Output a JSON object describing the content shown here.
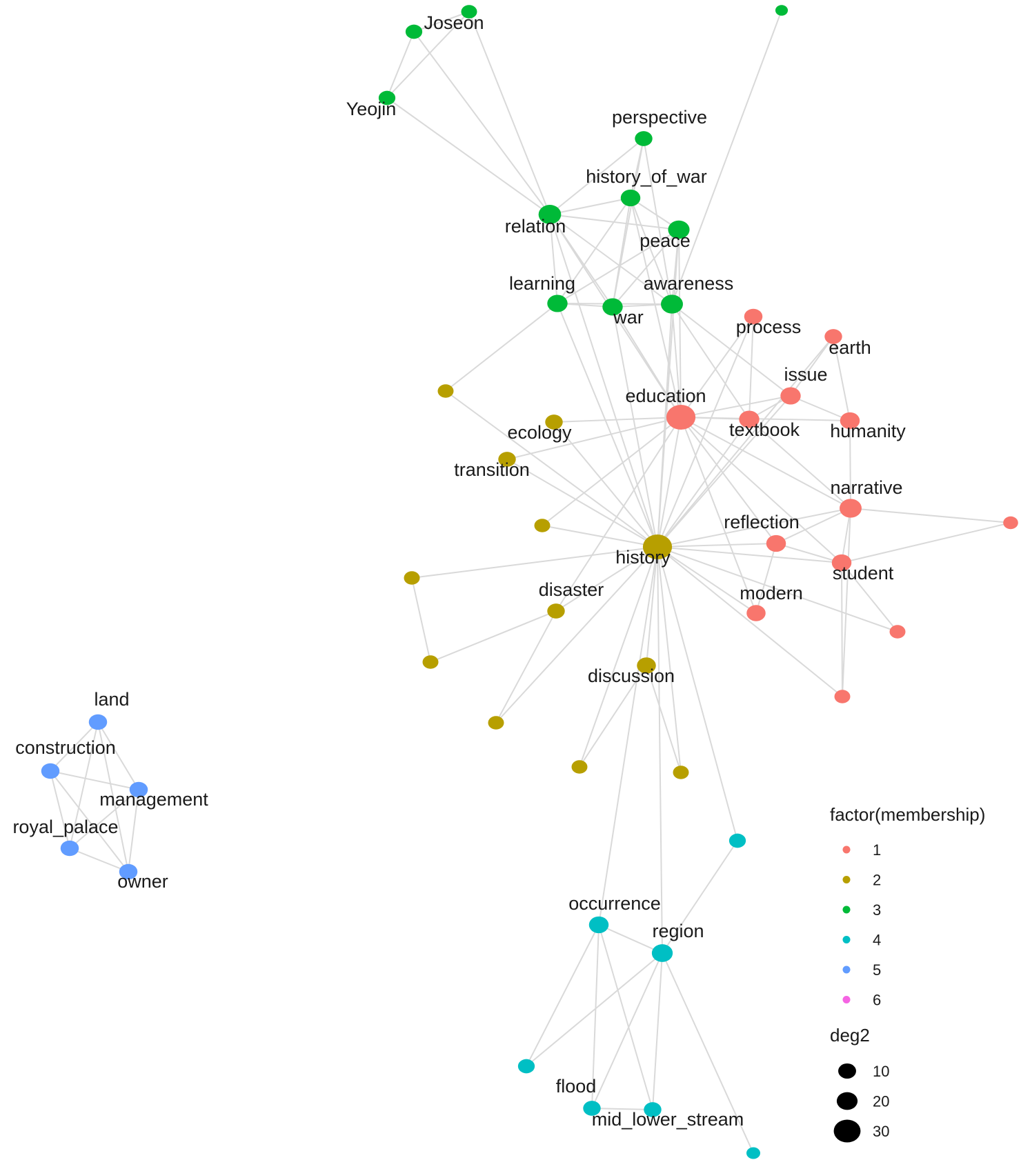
{
  "palette": {
    "1": "#F8766D",
    "2": "#B79F00",
    "3": "#00BA38",
    "4": "#00BFC4",
    "5": "#619CFF",
    "6": "#F564E3"
  },
  "edge_color": "#d9d9d9",
  "nodes": [
    {
      "id": "joseon",
      "label": "Joseon",
      "group": 3,
      "deg2": 6
    },
    {
      "id": "g_top_a",
      "label": "",
      "group": 3,
      "deg2": 5
    },
    {
      "id": "g_top_far",
      "label": "",
      "group": 3,
      "deg2": 2
    },
    {
      "id": "yeojin",
      "label": "Yeojin",
      "group": 3,
      "deg2": 6
    },
    {
      "id": "perspective",
      "label": "perspective",
      "group": 3,
      "deg2": 7
    },
    {
      "id": "history_of_war",
      "label": "history_of_war",
      "group": 3,
      "deg2": 10
    },
    {
      "id": "relation",
      "label": "relation",
      "group": 3,
      "deg2": 15
    },
    {
      "id": "peace",
      "label": "peace",
      "group": 3,
      "deg2": 13
    },
    {
      "id": "learning",
      "label": "learning",
      "group": 3,
      "deg2": 11
    },
    {
      "id": "war",
      "label": "war",
      "group": 3,
      "deg2": 11
    },
    {
      "id": "awareness",
      "label": "awareness",
      "group": 3,
      "deg2": 14
    },
    {
      "id": "process",
      "label": "process",
      "group": 1,
      "deg2": 8
    },
    {
      "id": "earth",
      "label": "earth",
      "group": 1,
      "deg2": 7
    },
    {
      "id": "issue",
      "label": "issue",
      "group": 1,
      "deg2": 11
    },
    {
      "id": "education",
      "label": "education",
      "group": 1,
      "deg2": 30
    },
    {
      "id": "textbook",
      "label": "textbook",
      "group": 1,
      "deg2": 11
    },
    {
      "id": "humanity",
      "label": "humanity",
      "group": 1,
      "deg2": 10
    },
    {
      "id": "narrative",
      "label": "narrative",
      "group": 1,
      "deg2": 14
    },
    {
      "id": "r_right",
      "label": "",
      "group": 1,
      "deg2": 4
    },
    {
      "id": "reflection",
      "label": "reflection",
      "group": 1,
      "deg2": 10
    },
    {
      "id": "student",
      "label": "student",
      "group": 1,
      "deg2": 10
    },
    {
      "id": "modern",
      "label": "modern",
      "group": 1,
      "deg2": 9
    },
    {
      "id": "r_low1",
      "label": "",
      "group": 1,
      "deg2": 5
    },
    {
      "id": "r_low2",
      "label": "",
      "group": 1,
      "deg2": 5
    },
    {
      "id": "y_a",
      "label": "",
      "group": 2,
      "deg2": 5
    },
    {
      "id": "ecology",
      "label": "ecology",
      "group": 2,
      "deg2": 7
    },
    {
      "id": "transition",
      "label": "transition",
      "group": 2,
      "deg2": 7
    },
    {
      "id": "y_b",
      "label": "",
      "group": 2,
      "deg2": 5
    },
    {
      "id": "history",
      "label": "history",
      "group": 2,
      "deg2": 30
    },
    {
      "id": "y_c",
      "label": "",
      "group": 2,
      "deg2": 5
    },
    {
      "id": "disaster",
      "label": "disaster",
      "group": 2,
      "deg2": 7
    },
    {
      "id": "y_d",
      "label": "",
      "group": 2,
      "deg2": 5
    },
    {
      "id": "discussion",
      "label": "discussion",
      "group": 2,
      "deg2": 9
    },
    {
      "id": "y_e",
      "label": "",
      "group": 2,
      "deg2": 5
    },
    {
      "id": "y_f",
      "label": "",
      "group": 2,
      "deg2": 5
    },
    {
      "id": "y_g",
      "label": "",
      "group": 2,
      "deg2": 5
    },
    {
      "id": "land",
      "label": "land",
      "group": 5,
      "deg2": 8
    },
    {
      "id": "construction",
      "label": "construction",
      "group": 5,
      "deg2": 8
    },
    {
      "id": "management",
      "label": "management",
      "group": 5,
      "deg2": 8
    },
    {
      "id": "royal_palace",
      "label": "royal_palace",
      "group": 5,
      "deg2": 8
    },
    {
      "id": "owner",
      "label": "owner",
      "group": 5,
      "deg2": 8
    },
    {
      "id": "c_a",
      "label": "",
      "group": 4,
      "deg2": 6
    },
    {
      "id": "occurrence",
      "label": "occurrence",
      "group": 4,
      "deg2": 10
    },
    {
      "id": "region",
      "label": "region",
      "group": 4,
      "deg2": 12
    },
    {
      "id": "c_b",
      "label": "",
      "group": 4,
      "deg2": 6
    },
    {
      "id": "flood",
      "label": "flood",
      "group": 4,
      "deg2": 7
    },
    {
      "id": "mid_lower_stream",
      "label": "mid_lower_stream",
      "group": 4,
      "deg2": 7
    },
    {
      "id": "c_c",
      "label": "",
      "group": 4,
      "deg2": 3
    }
  ],
  "edges": [
    [
      "joseon",
      "g_top_a"
    ],
    [
      "joseon",
      "yeojin"
    ],
    [
      "yeojin",
      "g_top_a"
    ],
    [
      "joseon",
      "relation"
    ],
    [
      "g_top_a",
      "relation"
    ],
    [
      "yeojin",
      "relation"
    ],
    [
      "g_top_far",
      "awareness"
    ],
    [
      "perspective",
      "relation"
    ],
    [
      "perspective",
      "history_of_war"
    ],
    [
      "perspective",
      "war"
    ],
    [
      "perspective",
      "awareness"
    ],
    [
      "history_of_war",
      "relation"
    ],
    [
      "history_of_war",
      "peace"
    ],
    [
      "history_of_war",
      "learning"
    ],
    [
      "history_of_war",
      "war"
    ],
    [
      "history_of_war",
      "awareness"
    ],
    [
      "history_of_war",
      "education"
    ],
    [
      "relation",
      "peace"
    ],
    [
      "relation",
      "learning"
    ],
    [
      "relation",
      "war"
    ],
    [
      "relation",
      "awareness"
    ],
    [
      "relation",
      "history"
    ],
    [
      "relation",
      "education"
    ],
    [
      "peace",
      "war"
    ],
    [
      "peace",
      "awareness"
    ],
    [
      "peace",
      "learning"
    ],
    [
      "peace",
      "education"
    ],
    [
      "peace",
      "history"
    ],
    [
      "learning",
      "war"
    ],
    [
      "learning",
      "awareness"
    ],
    [
      "learning",
      "history"
    ],
    [
      "learning",
      "y_a"
    ],
    [
      "war",
      "awareness"
    ],
    [
      "war",
      "history"
    ],
    [
      "war",
      "education"
    ],
    [
      "awareness",
      "history"
    ],
    [
      "awareness",
      "education"
    ],
    [
      "awareness",
      "textbook"
    ],
    [
      "awareness",
      "issue"
    ],
    [
      "process",
      "education"
    ],
    [
      "process",
      "textbook"
    ],
    [
      "process",
      "history"
    ],
    [
      "earth",
      "issue"
    ],
    [
      "earth",
      "humanity"
    ],
    [
      "earth",
      "history"
    ],
    [
      "issue",
      "education"
    ],
    [
      "issue",
      "textbook"
    ],
    [
      "issue",
      "humanity"
    ],
    [
      "issue",
      "history"
    ],
    [
      "education",
      "textbook"
    ],
    [
      "education",
      "humanity"
    ],
    [
      "education",
      "narrative"
    ],
    [
      "education",
      "history"
    ],
    [
      "education",
      "reflection"
    ],
    [
      "education",
      "student"
    ],
    [
      "education",
      "modern"
    ],
    [
      "education",
      "ecology"
    ],
    [
      "education",
      "transition"
    ],
    [
      "education",
      "y_b"
    ],
    [
      "education",
      "disaster"
    ],
    [
      "textbook",
      "history"
    ],
    [
      "textbook",
      "narrative"
    ],
    [
      "humanity",
      "narrative"
    ],
    [
      "narrative",
      "r_right"
    ],
    [
      "narrative",
      "student"
    ],
    [
      "narrative",
      "history"
    ],
    [
      "narrative",
      "r_low2"
    ],
    [
      "narrative",
      "reflection"
    ],
    [
      "student",
      "r_low1"
    ],
    [
      "student",
      "r_right"
    ],
    [
      "student",
      "history"
    ],
    [
      "student",
      "reflection"
    ],
    [
      "student",
      "r_low2"
    ],
    [
      "reflection",
      "history"
    ],
    [
      "reflection",
      "modern"
    ],
    [
      "modern",
      "history"
    ],
    [
      "r_low2",
      "history"
    ],
    [
      "r_low1",
      "history"
    ],
    [
      "y_a",
      "history"
    ],
    [
      "ecology",
      "history"
    ],
    [
      "transition",
      "history"
    ],
    [
      "y_b",
      "history"
    ],
    [
      "y_c",
      "history"
    ],
    [
      "y_c",
      "y_d"
    ],
    [
      "y_d",
      "disaster"
    ],
    [
      "disaster",
      "history"
    ],
    [
      "disaster",
      "y_e"
    ],
    [
      "history",
      "y_e"
    ],
    [
      "history",
      "discussion"
    ],
    [
      "discussion",
      "y_f"
    ],
    [
      "discussion",
      "y_g"
    ],
    [
      "history",
      "y_f"
    ],
    [
      "history",
      "y_g"
    ],
    [
      "history",
      "occurrence"
    ],
    [
      "history",
      "region"
    ],
    [
      "history",
      "c_a"
    ],
    [
      "land",
      "construction"
    ],
    [
      "land",
      "management"
    ],
    [
      "land",
      "royal_palace"
    ],
    [
      "land",
      "owner"
    ],
    [
      "construction",
      "management"
    ],
    [
      "construction",
      "royal_palace"
    ],
    [
      "construction",
      "owner"
    ],
    [
      "management",
      "royal_palace"
    ],
    [
      "management",
      "owner"
    ],
    [
      "royal_palace",
      "owner"
    ],
    [
      "c_a",
      "region"
    ],
    [
      "occurrence",
      "region"
    ],
    [
      "occurrence",
      "c_b"
    ],
    [
      "occurrence",
      "flood"
    ],
    [
      "occurrence",
      "mid_lower_stream"
    ],
    [
      "region",
      "c_b"
    ],
    [
      "region",
      "flood"
    ],
    [
      "region",
      "mid_lower_stream"
    ],
    [
      "region",
      "c_c"
    ],
    [
      "flood",
      "mid_lower_stream"
    ]
  ],
  "legend": {
    "membership_title": "factor(membership)",
    "membership_items": [
      {
        "label": "1",
        "group": 1
      },
      {
        "label": "2",
        "group": 2
      },
      {
        "label": "3",
        "group": 3
      },
      {
        "label": "4",
        "group": 4
      },
      {
        "label": "5",
        "group": 5
      },
      {
        "label": "6",
        "group": 6
      }
    ],
    "size_title": "deg2",
    "size_items": [
      {
        "label": "10",
        "deg2": 10
      },
      {
        "label": "20",
        "deg2": 20
      },
      {
        "label": "30",
        "deg2": 30
      }
    ]
  }
}
